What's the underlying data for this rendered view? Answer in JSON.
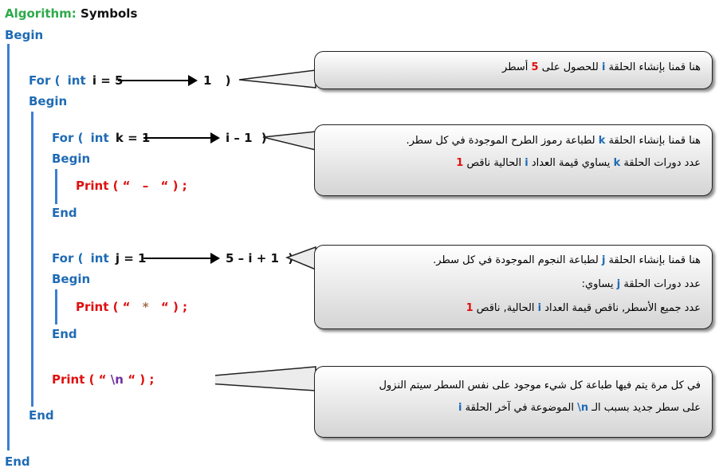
{
  "title": {
    "label": "Algorithm:",
    "value": "Symbols"
  },
  "outer": {
    "begin": "Begin",
    "end": "End"
  },
  "loop_i": {
    "for": "For (",
    "type": "int",
    "init": "i = 5",
    "limit": "1",
    "close": ")",
    "begin": "Begin",
    "end": "End"
  },
  "loop_k": {
    "for": "For (",
    "type": "int",
    "init": "k = 1",
    "limit": "i – 1",
    "close": ")",
    "begin": "Begin",
    "end": "End",
    "print": {
      "open": "Print ( “",
      "sym": "–",
      "close": "“ ) ;"
    }
  },
  "loop_j": {
    "for": "For (",
    "type": "int",
    "init": "j = 1",
    "limit": "5 – i + 1",
    "close": ")",
    "begin": "Begin",
    "end": "End",
    "print": {
      "open": "Print ( “",
      "sym": "*",
      "close": "“ ) ;"
    }
  },
  "newline": {
    "open": "Print ( “",
    "sym": "\\n",
    "close": "“ ) ;"
  },
  "bubble1": {
    "a": "هنا قمنا بإنشاء الحلقة ",
    "v1": "i",
    "b": " للحصول على ",
    "v2": "5",
    "c": " أسطر"
  },
  "bubble2": {
    "l1a": "هنا قمنا بإنشاء الحلقة ",
    "l1v": "k",
    "l1b": " لطباعة رموز الطرح الموجودة في كل سطر.",
    "l2a": "عدد دورات الحلقة ",
    "l2v1": "k",
    "l2b": " يساوي قيمة العداد ",
    "l2v2": "i",
    "l2c": " الحالية ناقص ",
    "l2v3": "1"
  },
  "bubble3": {
    "l1a": "هنا قمنا بإنشاء الحلقة ",
    "l1v": "j",
    "l1b": " لطباعة النجوم الموجودة في كل سطر.",
    "l2a": "عدد دورات الحلقة ",
    "l2v": "j",
    "l2b": " يساوي:",
    "l3a": "عدد جميع الأسطر, ناقص قيمة العداد ",
    "l3v1": "i",
    "l3b": " الحالية, ناقص ",
    "l3v2": "1"
  },
  "bubble4": {
    "l1": "في كل مرة يتم فيها طباعة كل شيء موجود على نفس السطر سيتم النزول",
    "l2a": "على سطر جديد بسبب الـ ",
    "l2v1": "\\n",
    "l2b": " الموضوعة في آخر الحلقة ",
    "l2v2": "i"
  }
}
